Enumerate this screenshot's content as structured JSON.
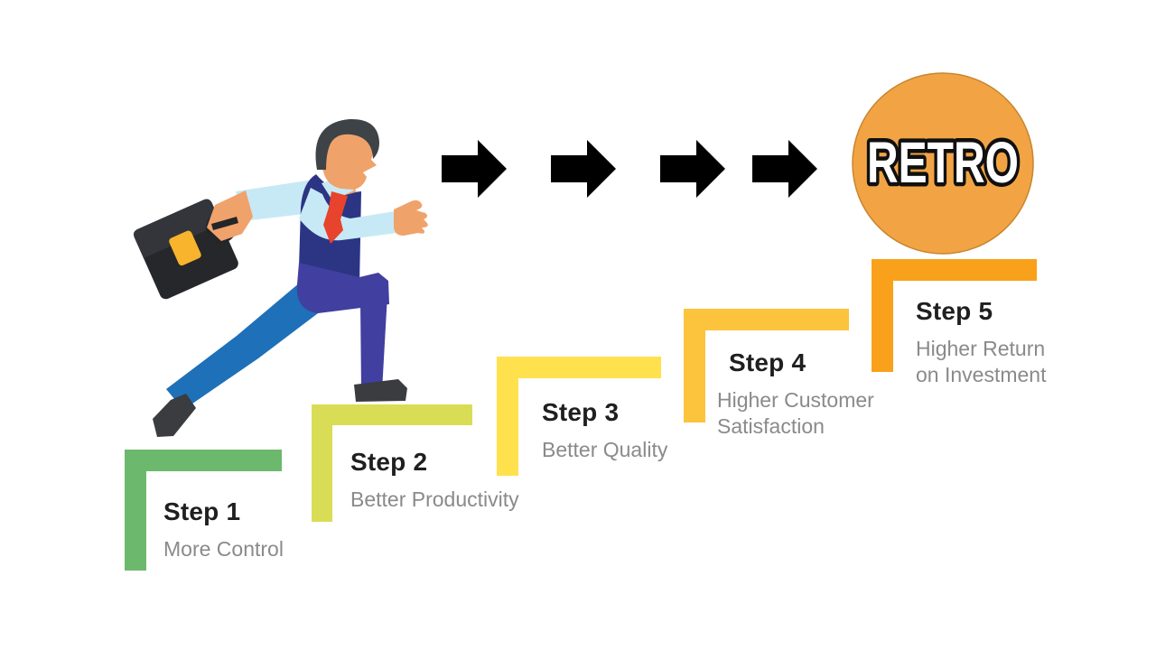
{
  "page": {
    "background": "#FFFFFF"
  },
  "retro": {
    "label": "RETRO",
    "circle_color": "#F2A444",
    "circle_border": "#C9852E",
    "text_color": "#FFFFFF",
    "text_outline": "#101010"
  },
  "arrows": {
    "color": "#000000",
    "count": 4
  },
  "steps": [
    {
      "label": "Step 1",
      "description": "More Control",
      "color": "#6CB96D"
    },
    {
      "label": "Step 2",
      "description": "Better Productivity",
      "color": "#D8DD55"
    },
    {
      "label": "Step 3",
      "description": "Better Quality",
      "color": "#FFE14E"
    },
    {
      "label": "Step 4",
      "description": "Higher Customer Satisfaction",
      "color": "#FCC33C"
    },
    {
      "label": "Step 5",
      "description": "Higher Return on Investment",
      "color": "#F9A11B"
    }
  ],
  "text_colors": {
    "step_title": "#1F1F1F",
    "step_description": "#8A8A8A"
  },
  "illustration": {
    "label": "businessman-running-up-stairs",
    "colors": {
      "skin": "#F0A26B",
      "hair": "#3E4347",
      "shirt": "#C7E9F6",
      "vest": "#2B3583",
      "tie": "#E8432D",
      "pants_front": "#413FA0",
      "pants_back": "#1E70B8",
      "shoes": "#3A3C3F",
      "briefcase": "#26272B",
      "briefcase_flap": "#34353A",
      "briefcase_clasp": "#F7B42C",
      "briefcase_handle": "#232529"
    }
  }
}
